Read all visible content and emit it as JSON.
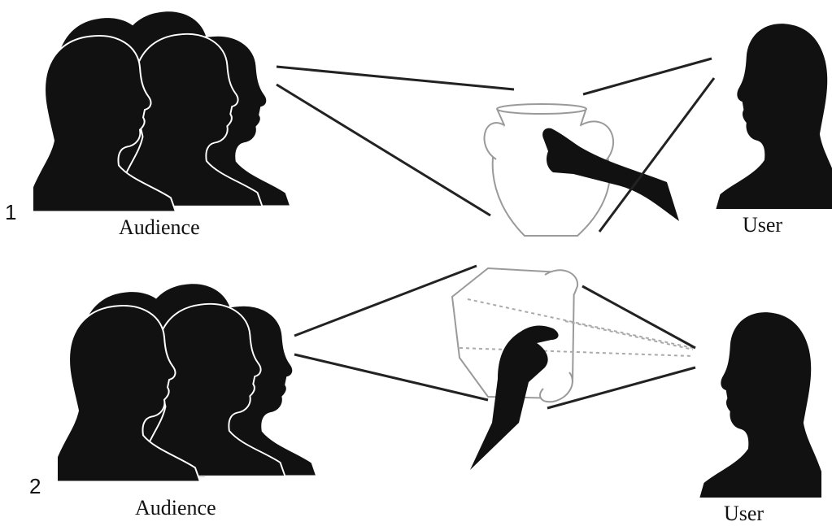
{
  "panels": [
    {
      "number": "1",
      "audience_label": "Audience",
      "user_label": "User"
    },
    {
      "number": "2",
      "audience_label": "Audience",
      "user_label": "User"
    }
  ],
  "colors": {
    "silhouette": "#111111",
    "outline": "#ffffff",
    "line": "#222222",
    "vase_stroke": "#9a9a9a",
    "dotted": "#aaaaaa"
  },
  "icons": [
    "audience-head-icon",
    "user-head-icon",
    "vase-icon",
    "pointing-hand-icon"
  ]
}
